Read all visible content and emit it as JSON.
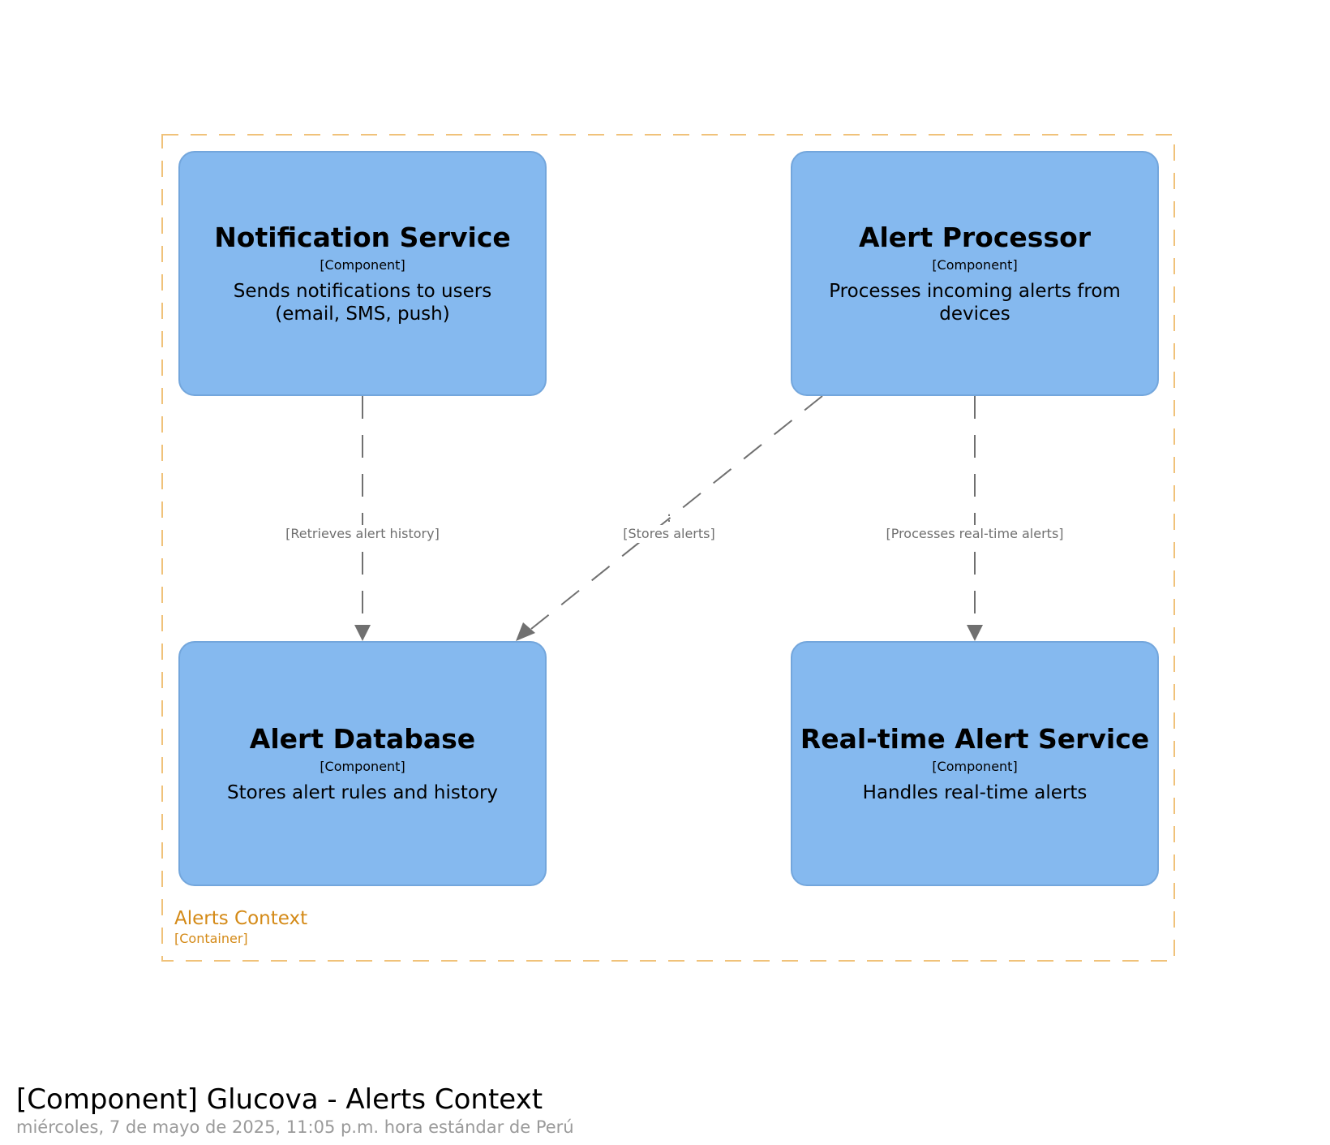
{
  "container": {
    "name": "Alerts Context",
    "kind": "[Container]"
  },
  "components": {
    "notification_service": {
      "name": "Notification Service",
      "kind": "[Component]",
      "description": "Sends notifications to users (email, SMS, push)"
    },
    "alert_processor": {
      "name": "Alert Processor",
      "kind": "[Component]",
      "description": "Processes incoming alerts from devices"
    },
    "alert_database": {
      "name": "Alert Database",
      "kind": "[Component]",
      "description": "Stores alert rules and history"
    },
    "realtime_alert_service": {
      "name": "Real-time Alert Service",
      "kind": "[Component]",
      "description": "Handles real-time alerts"
    }
  },
  "relationships": [
    {
      "from": "Notification Service",
      "to": "Alert Database",
      "label": ":",
      "technology": "[Retrieves alert history]"
    },
    {
      "from": "Alert Processor",
      "to": "Alert Database",
      "label": ":",
      "technology": "[Stores alerts]"
    },
    {
      "from": "Alert Processor",
      "to": "Real-time Alert Service",
      "label": ":",
      "technology": "[Processes real-time alerts]"
    }
  ],
  "footer": {
    "title": "[Component] Glucova - Alerts Context",
    "date": "miércoles, 7 de mayo de 2025, 11:05 p.m. hora estándar de Perú"
  },
  "colors": {
    "component_fill": "#85b9ef",
    "component_border": "#73a6dc",
    "container_border": "#f0c27a",
    "container_text": "#d48a17",
    "relationship": "#707070"
  }
}
